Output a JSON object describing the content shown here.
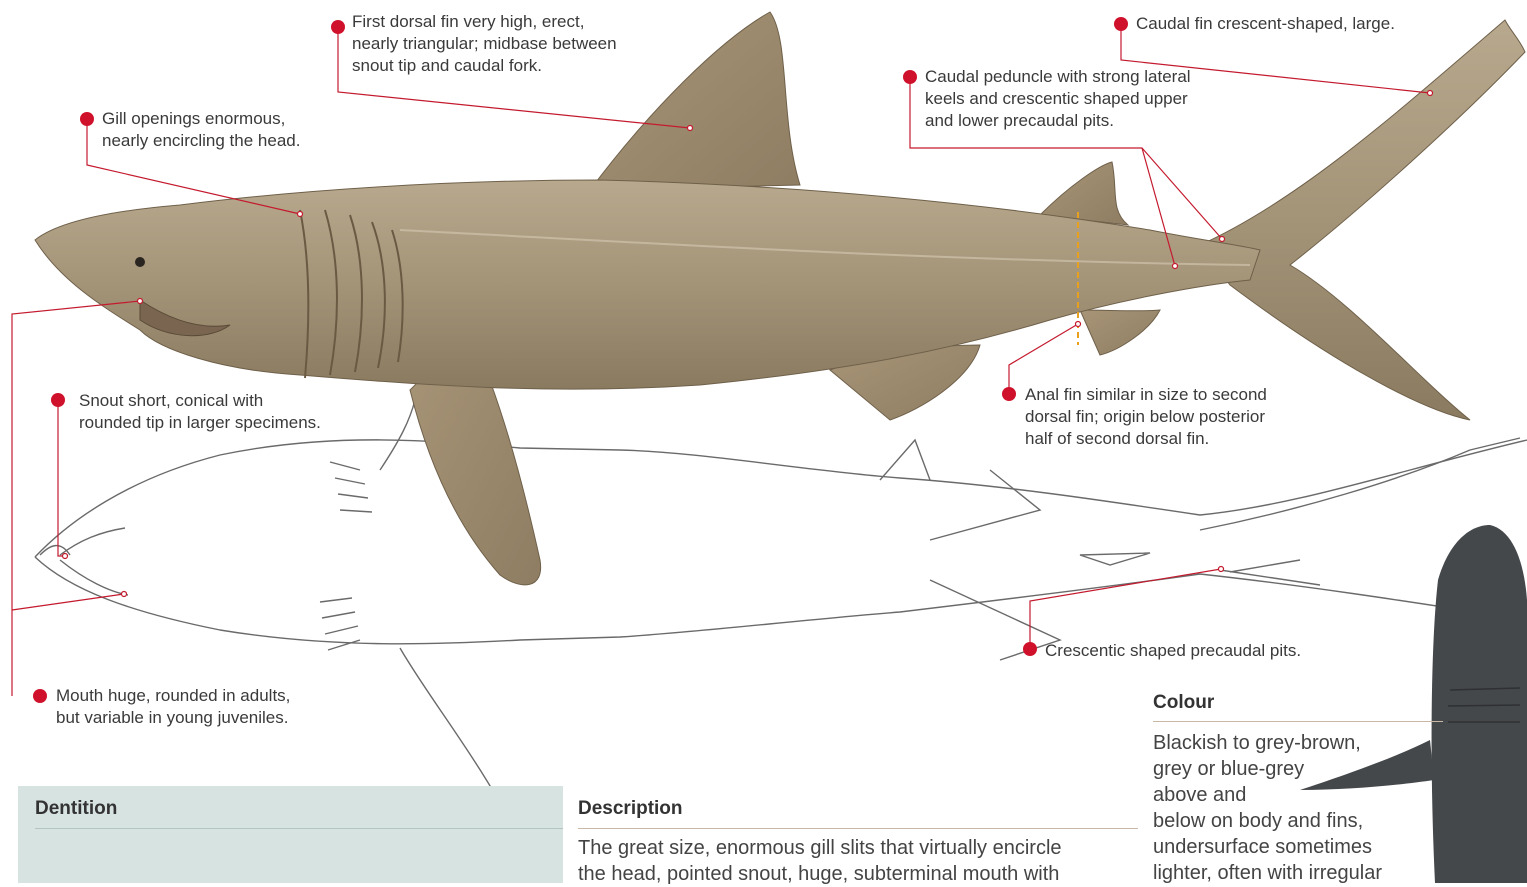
{
  "callouts": {
    "first_dorsal": [
      "First dorsal fin very high, erect,",
      "nearly triangular; midbase between",
      "snout tip and caudal fork."
    ],
    "caudal_fin": [
      "Caudal fin crescent-shaped, large."
    ],
    "caudal_peduncle": [
      "Caudal peduncle with strong lateral",
      "keels and crescentic shaped upper",
      "and lower precaudal pits."
    ],
    "gill": [
      "Gill openings enormous,",
      "nearly encircling the head."
    ],
    "anal_fin": [
      "Anal fin similar in size to second",
      "dorsal fin; origin below posterior",
      "half of second dorsal fin."
    ],
    "snout": [
      "Snout short, conical with",
      "rounded tip in larger specimens."
    ],
    "precaudal_pits": [
      "Crescentic shaped precaudal pits."
    ],
    "mouth": [
      "Mouth huge, rounded in adults,",
      "but variable in young juveniles."
    ]
  },
  "dentition": {
    "title": "Dentition"
  },
  "description": {
    "title": "Description",
    "lines": [
      "The great size, enormous gill slits that virtually encircle",
      "the head, pointed snout, huge, subterminal mouth with"
    ]
  },
  "colour": {
    "title": "Colour",
    "lines": [
      "Blackish to grey-brown,",
      "grey or blue-grey",
      "above and",
      "below on body and fins,",
      "undersurface sometimes",
      "lighter, often with irregular"
    ]
  },
  "colors": {
    "accent": "#d0112b",
    "shark_body": "#a8977a",
    "dentition_panel": "#d7e3e1",
    "swatch": "#45484b"
  },
  "icons": {
    "illustration": "basking-shark-lateral-view",
    "outline": "basking-shark-ventral-outline",
    "swatch": "shark-colour-swatch"
  }
}
